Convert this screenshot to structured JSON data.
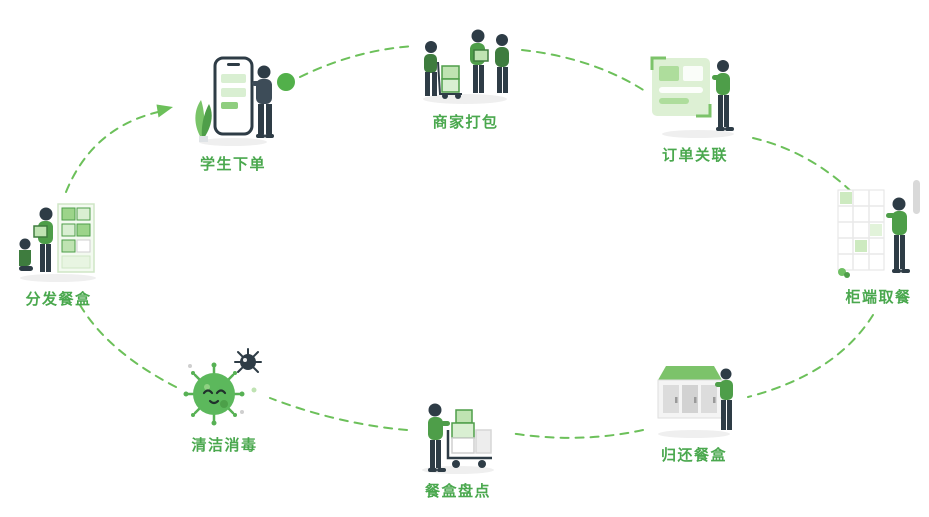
{
  "diagram": {
    "type": "circular-process-flow",
    "accent_color": "#5cb85c",
    "label_color": "#4aa84e",
    "steps": [
      {
        "id": "student-order",
        "label": "学生下单"
      },
      {
        "id": "merchant-pack",
        "label": "商家打包"
      },
      {
        "id": "order-link",
        "label": "订单关联"
      },
      {
        "id": "cabinet-pickup",
        "label": "柜端取餐"
      },
      {
        "id": "return-box",
        "label": "归还餐盒"
      },
      {
        "id": "box-inventory",
        "label": "餐盒盘点"
      },
      {
        "id": "clean-disinfect",
        "label": "清洁消毒"
      },
      {
        "id": "distribute",
        "label": "分发餐盒"
      }
    ],
    "flow_order": [
      "学生下单",
      "商家打包",
      "订单关联",
      "柜端取餐",
      "归还餐盒",
      "餐盒盘点",
      "清洁消毒",
      "分发餐盒"
    ]
  }
}
